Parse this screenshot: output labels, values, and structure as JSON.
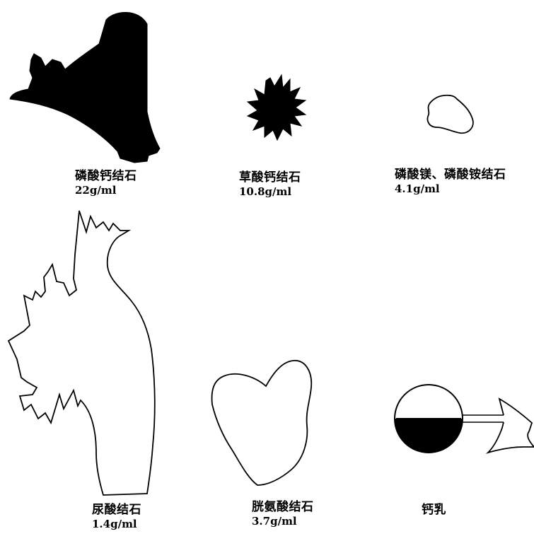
{
  "stones": [
    {
      "name": "磷酸钙结石",
      "density": "22g/ml",
      "fill": "solid-black",
      "icon": "staghorn-calcium-phosphate-stone"
    },
    {
      "name": "草酸钙结石",
      "density": "10.8g/ml",
      "fill": "solid-black",
      "icon": "spiky-calcium-oxalate-stone"
    },
    {
      "name": "磷酸镁、磷酸铵结石",
      "density": "4.1g/ml",
      "fill": "outline",
      "icon": "small-struvite-stone"
    },
    {
      "name": "尿酸结石",
      "density": "1.4g/ml",
      "fill": "outline",
      "icon": "branched-uric-acid-stone"
    },
    {
      "name": "胱氨酸结石",
      "density": "3.7g/ml",
      "fill": "outline",
      "icon": "smooth-cystine-stone"
    },
    {
      "name": "钙乳",
      "density": "",
      "fill": "half-black-with-level",
      "icon": "milk-of-calcium-cyst"
    }
  ],
  "colors": {
    "ink": "#000000",
    "paper": "#ffffff"
  }
}
